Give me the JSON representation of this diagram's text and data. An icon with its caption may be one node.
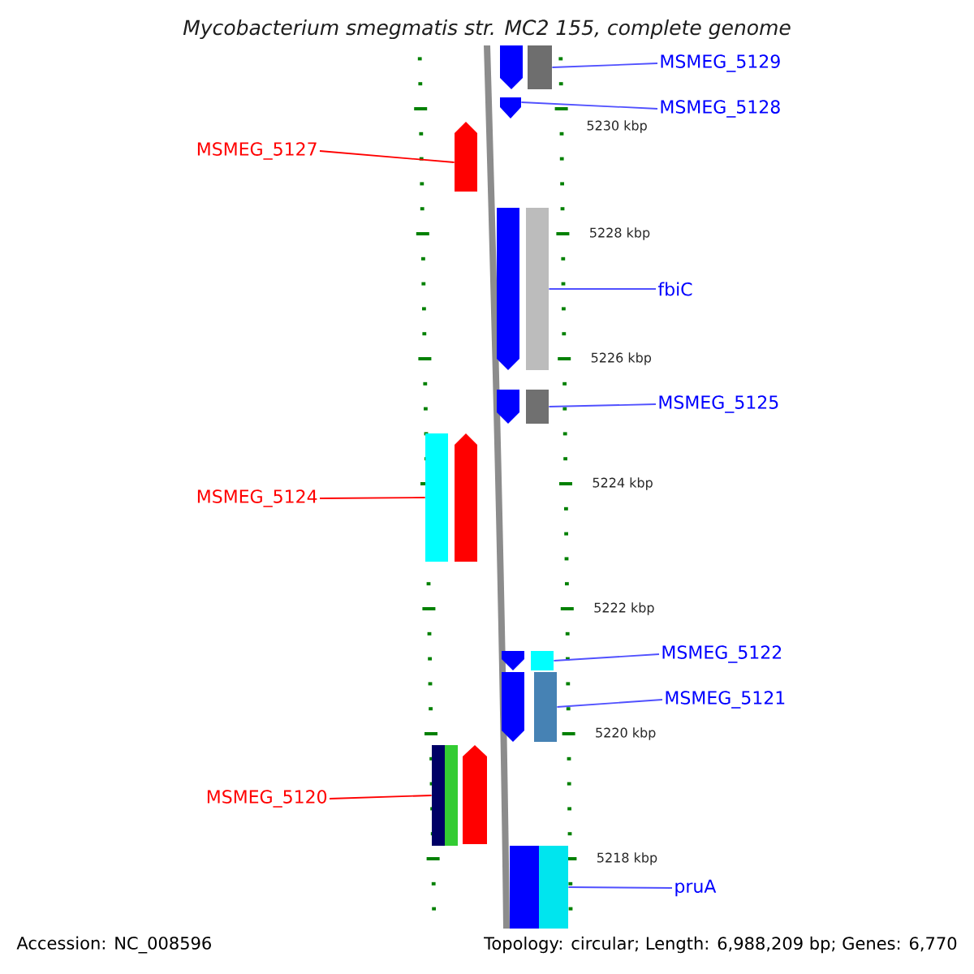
{
  "diagram": {
    "title": "Mycobacterium smegmatis str. MC2 155, complete genome",
    "nodes": [
      {
        "text": [
          "MSMEG_5129"
        ]
      },
      {
        "text": [
          "MSMEG_5128"
        ]
      },
      {
        "text": [
          "MSMEG_5127"
        ]
      },
      {
        "text": [
          "fbiC"
        ]
      },
      {
        "text": [
          "MSMEG_5125"
        ]
      },
      {
        "text": [
          "MSMEG_5124"
        ]
      },
      {
        "text": [
          "MSMEG_5122"
        ]
      },
      {
        "text": [
          "MSMEG_5121"
        ]
      },
      {
        "text": [
          "MSMEG_5120"
        ]
      },
      {
        "text": [
          "pruA"
        ]
      },
      {
        "text": [],
        "shape": "bar"
      },
      {
        "text": [],
        "shape": "arrow"
      },
      {
        "text": [],
        "shape": "arrow"
      },
      {
        "text": [],
        "shape": "bar"
      },
      {
        "text": [],
        "shape": "bar"
      },
      {
        "text": [],
        "shape": "bar"
      },
      {
        "text": [],
        "shape": "bar"
      },
      {
        "text": [],
        "shape": "bar"
      },
      {
        "text": [],
        "shape": "bar"
      },
      {
        "text": [],
        "shape": "bar"
      }
    ],
    "edges": [
      {
        "from": 0,
        "to": 10,
        "arrow": "none"
      },
      {
        "from": 1,
        "to": 11,
        "arrow": "none"
      },
      {
        "from": 2,
        "to": 12,
        "arrow": "none",
        "color": "#ff0000"
      },
      {
        "from": 3,
        "to": 13,
        "arrow": "none"
      },
      {
        "from": 4,
        "to": 14,
        "arrow": "none"
      },
      {
        "from": 5,
        "to": 15,
        "arrow": "none",
        "color": "#ff0000"
      },
      {
        "from": 6,
        "to": 16,
        "arrow": "none"
      },
      {
        "from": 7,
        "to": 17,
        "arrow": "none"
      },
      {
        "from": 8,
        "to": 18,
        "arrow": "none",
        "color": "#ff0000"
      },
      {
        "from": 9,
        "to": 19,
        "arrow": "none"
      }
    ],
    "labels": [
      "5230 kbp",
      "5228 kbp",
      "5226 kbp",
      "5224 kbp",
      "5222 kbp",
      "5220 kbp",
      "5218 kbp",
      "Accession: NC_008596",
      "Topology: circular; Length: 6,988,209 bp; Genes: 6,770"
    ]
  }
}
